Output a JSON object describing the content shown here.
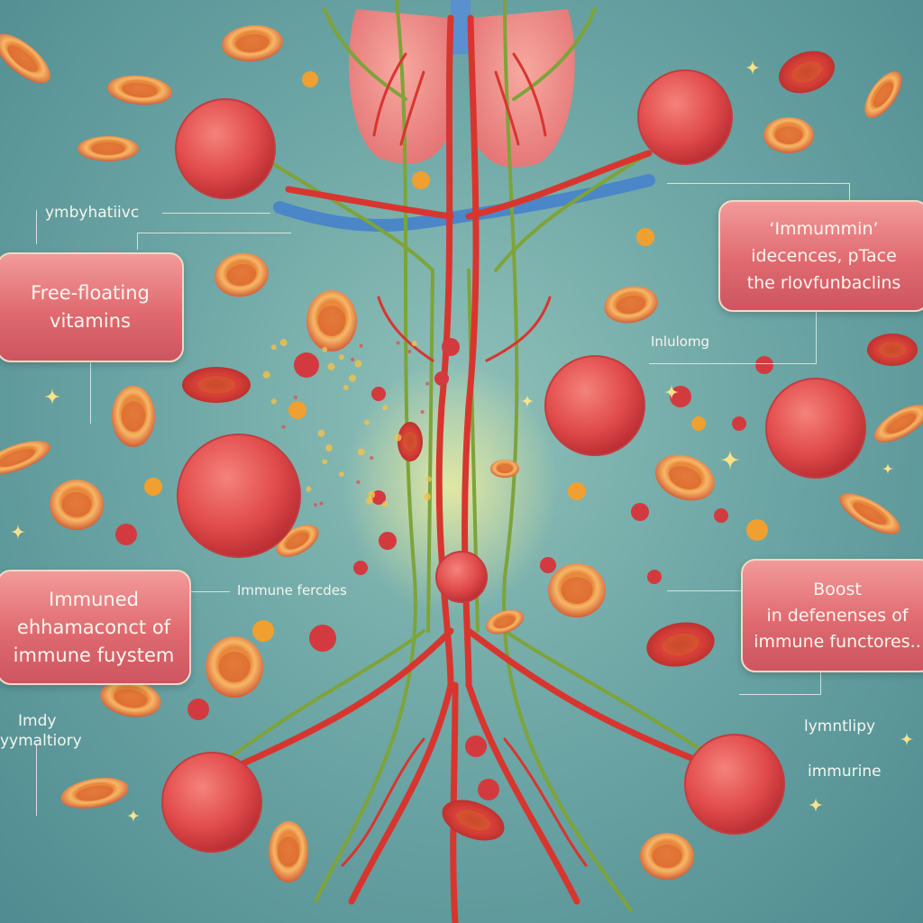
{
  "labels": {
    "top_left": "ymbyhatiivc",
    "mid_right": "Inlulomg",
    "center_bottom": "Immune fercdes",
    "bottom_left_1": "Imdy",
    "bottom_left_2": "yymaltiory",
    "bottom_right_1": "lymntlipy",
    "bottom_right_2": "immurine"
  },
  "boxes": {
    "free_floating": {
      "line1": "Free-floating",
      "line2": "vitamins"
    },
    "immummin": {
      "line1": "‘Immummin’",
      "line2": "idecences, pTace",
      "line3": "the rlovfunbaclins"
    },
    "immuned": {
      "line1": "Immuned",
      "line2": "ehhamaconct of",
      "line3": "immune fuystem"
    },
    "boost": {
      "line1": "Boost",
      "line2": "in defenenses of",
      "line3": "immune functores.."
    }
  },
  "colors": {
    "background": "#6ea7a6",
    "box": "#e06a70",
    "blood_cell": "#e0703a",
    "immune_cell": "#e0474a",
    "vessel_red": "#d8352f",
    "vessel_green": "#7ea33a",
    "vessel_blue": "#4a86c8"
  }
}
